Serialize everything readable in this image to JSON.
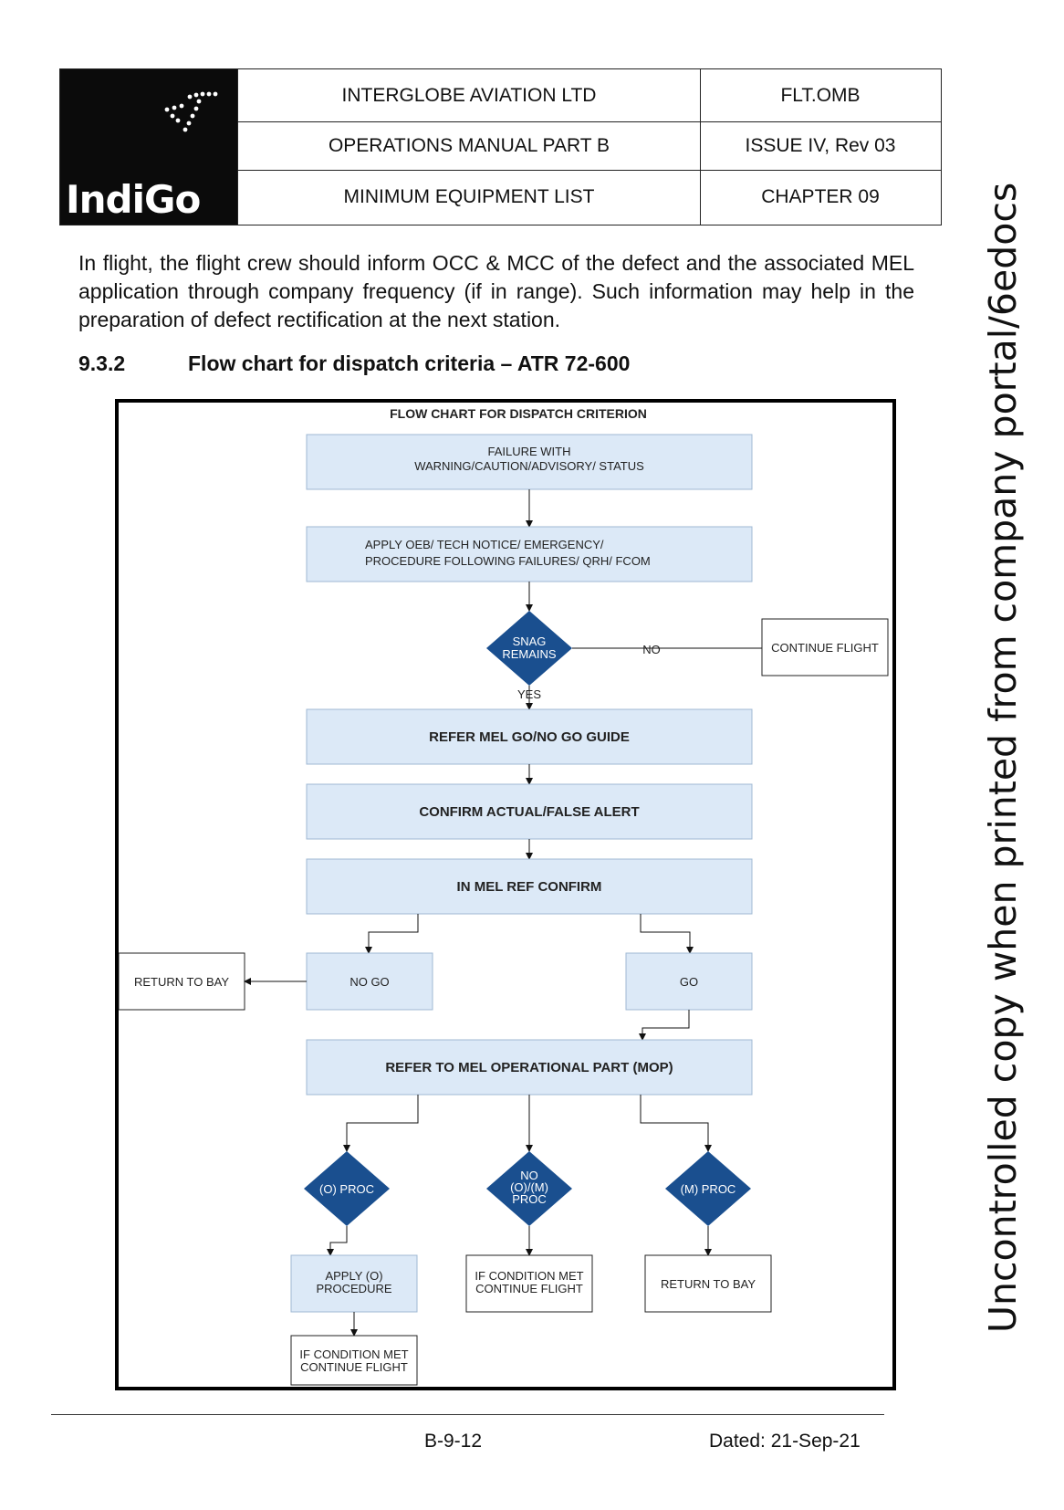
{
  "header": {
    "logo_text": "IndiGo",
    "company": "INTERGLOBE AVIATION LTD",
    "doc_code": "FLT.OMB",
    "manual": "OPERATIONS MANUAL PART B",
    "issue": "ISSUE IV, Rev 03",
    "section": "MINIMUM EQUIPMENT LIST",
    "chapter": "CHAPTER  09"
  },
  "body": {
    "paragraph": "In flight, the flight crew should inform OCC & MCC of the defect and the associated MEL application through company frequency (if in range). Such information may help in the preparation of defect rectification at the next station.",
    "section_number": "9.3.2",
    "section_title": "Flow chart for dispatch criteria – ATR 72-600"
  },
  "flowchart": {
    "title": "FLOW CHART FOR DISPATCH CRITERION",
    "failure_l1": "FAILURE WITH",
    "failure_l2": "WARNING/CAUTION/ADVISORY/ STATUS",
    "apply_l1": "APPLY OEB/ TECH NOTICE/ EMERGENCY/",
    "apply_l2": "PROCEDURE FOLLOWING FAILURES/ QRH/ FCOM",
    "snag_l1": "SNAG",
    "snag_l2": "REMAINS",
    "no_label": "NO",
    "yes_label": "YES",
    "continue_flight": "CONTINUE FLIGHT",
    "refer_mel": "REFER MEL GO/NO GO GUIDE",
    "confirm": "CONFIRM ACTUAL/FALSE ALERT",
    "in_mel": "IN MEL REF CONFIRM",
    "return_bay_1": "RETURN TO BAY",
    "no_go": "NO GO",
    "go": "GO",
    "refer_mop": "REFER TO MEL OPERATIONAL PART (MOP)",
    "o_proc": "(O) PROC",
    "no_om_l1": "NO",
    "no_om_l2": "(O)/(M)",
    "no_om_l3": "PROC",
    "m_proc": "(M) PROC",
    "apply_o_l1": "APPLY (O)",
    "apply_o_l2": "PROCEDURE",
    "cond_l1": "IF CONDITION MET",
    "cond_l2": "CONTINUE FLIGHT",
    "return_bay_2": "RETURN TO BAY",
    "cond2_l1": "IF CONDITION MET",
    "cond2_l2": "CONTINUE FLIGHT",
    "colors": {
      "box_fill": "#dce9f7",
      "box_stroke": "#9fb8d3",
      "diamond": "#1a4f8f"
    }
  },
  "sidebar_watermark": "Uncontrolled copy when printed from company portal/6edocs",
  "footer": {
    "page": "B-9-12",
    "dated": "Dated: 21-Sep-21"
  }
}
